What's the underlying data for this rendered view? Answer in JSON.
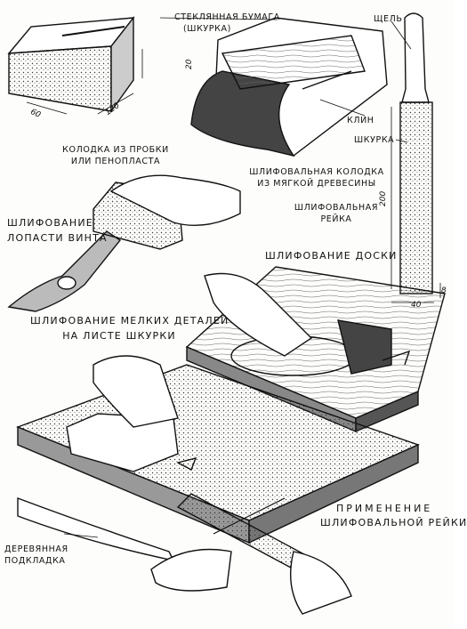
{
  "labels": {
    "glass_paper": "СТЕКЛЯННАЯ БУМАГА",
    "glass_paper_sub": "(ШКУРКА)",
    "slot": "ЩЕЛЬ",
    "sandpaper": "ШКУРКА",
    "wedge": "КЛИН",
    "cork_block": "КОЛОДКА ИЗ ПРОБКИ",
    "cork_block_sub": "ИЛИ ПЕНОПЛАСТА",
    "soft_wood_block": "ШЛИФОВАЛЬНАЯ КОЛОДКА",
    "soft_wood_block_sub": "ИЗ МЯГКОЙ ДРЕВЕСИНЫ",
    "sanding_stick": "ШЛИФОВАЛЬНАЯ",
    "sanding_stick_sub": "РЕЙКА",
    "sanding_propeller": "ШЛИФОВАНИЕ",
    "sanding_propeller_sub": "ЛОПАСТИ ВИНТА",
    "sanding_board": "ШЛИФОВАНИЕ ДОСКИ",
    "small_parts": "ШЛИФОВАНИЕ МЕЛКИХ ДЕТАЛЕЙ",
    "small_parts_sub": "НА ЛИСТЕ ШКУРКИ",
    "application": "ПРИМЕНЕНИЕ",
    "application_sub": "ШЛИФОВАЛЬНОЙ РЕЙКИ",
    "wood_base": "ДЕРЕВЯННАЯ",
    "wood_base_sub": "ПОДКЛАДКА"
  },
  "dimensions": {
    "block_height": "20",
    "block_width": "60",
    "block_length": "120",
    "stick_length": "200",
    "stick_width": "40",
    "stick_thickness": "8"
  }
}
